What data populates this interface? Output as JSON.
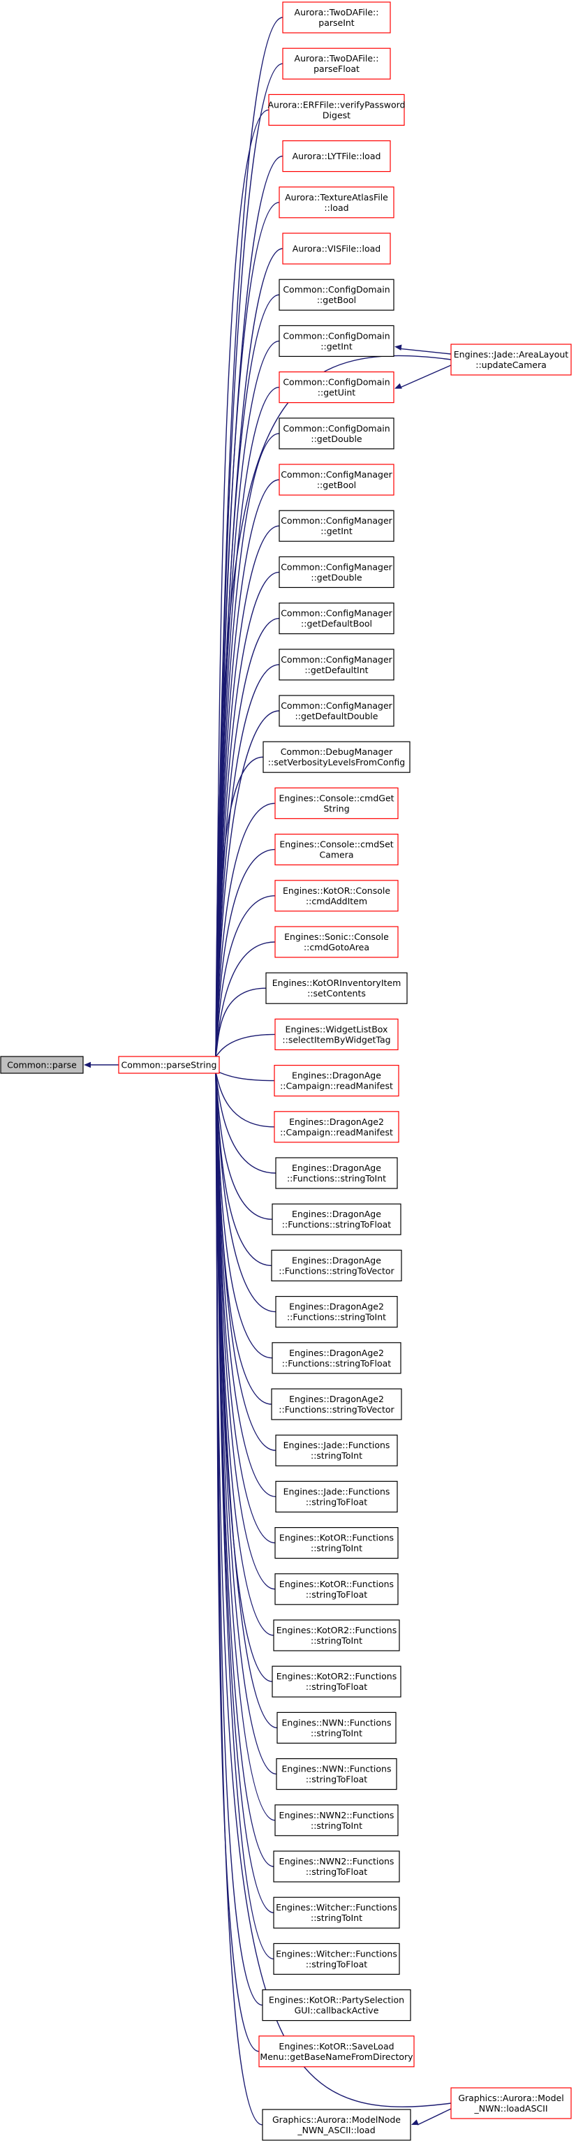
{
  "nodes": {
    "root": {
      "lines": [
        "Common::parse"
      ],
      "style": "gray"
    },
    "parse_string": {
      "lines": [
        "Common::parseString"
      ],
      "style": "red"
    },
    "n01": {
      "lines": [
        "Aurora::TwoDAFile::",
        "parseInt"
      ],
      "style": "red"
    },
    "n02": {
      "lines": [
        "Aurora::TwoDAFile::",
        "parseFloat"
      ],
      "style": "red"
    },
    "n03": {
      "lines": [
        "Aurora::ERFFile::verifyPassword",
        "Digest"
      ],
      "style": "red"
    },
    "n04": {
      "lines": [
        "Aurora::LYTFile::load"
      ],
      "style": "red"
    },
    "n05": {
      "lines": [
        "Aurora::TextureAtlasFile",
        "::load"
      ],
      "style": "red"
    },
    "n06": {
      "lines": [
        "Aurora::VISFile::load"
      ],
      "style": "red"
    },
    "n07": {
      "lines": [
        "Common::ConfigDomain",
        "::getBool"
      ],
      "style": "black"
    },
    "n08": {
      "lines": [
        "Common::ConfigDomain",
        "::getInt"
      ],
      "style": "black"
    },
    "n09": {
      "lines": [
        "Common::ConfigDomain",
        "::getUint"
      ],
      "style": "red"
    },
    "n10": {
      "lines": [
        "Common::ConfigDomain",
        "::getDouble"
      ],
      "style": "black"
    },
    "n11": {
      "lines": [
        "Common::ConfigManager",
        "::getBool"
      ],
      "style": "red"
    },
    "n12": {
      "lines": [
        "Common::ConfigManager",
        "::getInt"
      ],
      "style": "black"
    },
    "n13": {
      "lines": [
        "Common::ConfigManager",
        "::getDouble"
      ],
      "style": "black"
    },
    "n14": {
      "lines": [
        "Common::ConfigManager",
        "::getDefaultBool"
      ],
      "style": "black"
    },
    "n15": {
      "lines": [
        "Common::ConfigManager",
        "::getDefaultInt"
      ],
      "style": "black"
    },
    "n16": {
      "lines": [
        "Common::ConfigManager",
        "::getDefaultDouble"
      ],
      "style": "black"
    },
    "n17": {
      "lines": [
        "Common::DebugManager",
        "::setVerbosityLevelsFromConfig"
      ],
      "style": "black"
    },
    "n18": {
      "lines": [
        "Engines::Console::cmdGet",
        "String"
      ],
      "style": "red"
    },
    "n19": {
      "lines": [
        "Engines::Console::cmdSet",
        "Camera"
      ],
      "style": "red"
    },
    "n20": {
      "lines": [
        "Engines::KotOR::Console",
        "::cmdAddItem"
      ],
      "style": "red"
    },
    "n21": {
      "lines": [
        "Engines::Sonic::Console",
        "::cmdGotoArea"
      ],
      "style": "red"
    },
    "n22": {
      "lines": [
        "Engines::KotORInventoryItem",
        "::setContents"
      ],
      "style": "black"
    },
    "n23": {
      "lines": [
        "Engines::WidgetListBox",
        "::selectItemByWidgetTag"
      ],
      "style": "red"
    },
    "n24": {
      "lines": [
        "Engines::DragonAge",
        "::Campaign::readManifest"
      ],
      "style": "red"
    },
    "n25": {
      "lines": [
        "Engines::DragonAge2",
        "::Campaign::readManifest"
      ],
      "style": "red"
    },
    "n26": {
      "lines": [
        "Engines::DragonAge",
        "::Functions::stringToInt"
      ],
      "style": "black"
    },
    "n27": {
      "lines": [
        "Engines::DragonAge",
        "::Functions::stringToFloat"
      ],
      "style": "black"
    },
    "n28": {
      "lines": [
        "Engines::DragonAge",
        "::Functions::stringToVector"
      ],
      "style": "black"
    },
    "n29": {
      "lines": [
        "Engines::DragonAge2",
        "::Functions::stringToInt"
      ],
      "style": "black"
    },
    "n30": {
      "lines": [
        "Engines::DragonAge2",
        "::Functions::stringToFloat"
      ],
      "style": "black"
    },
    "n31": {
      "lines": [
        "Engines::DragonAge2",
        "::Functions::stringToVector"
      ],
      "style": "black"
    },
    "n32": {
      "lines": [
        "Engines::Jade::Functions",
        "::stringToInt"
      ],
      "style": "black"
    },
    "n33": {
      "lines": [
        "Engines::Jade::Functions",
        "::stringToFloat"
      ],
      "style": "black"
    },
    "n34": {
      "lines": [
        "Engines::KotOR::Functions",
        "::stringToInt"
      ],
      "style": "black"
    },
    "n35": {
      "lines": [
        "Engines::KotOR::Functions",
        "::stringToFloat"
      ],
      "style": "black"
    },
    "n36": {
      "lines": [
        "Engines::KotOR2::Functions",
        "::stringToInt"
      ],
      "style": "black"
    },
    "n37": {
      "lines": [
        "Engines::KotOR2::Functions",
        "::stringToFloat"
      ],
      "style": "black"
    },
    "n38": {
      "lines": [
        "Engines::NWN::Functions",
        "::stringToInt"
      ],
      "style": "black"
    },
    "n39": {
      "lines": [
        "Engines::NWN::Functions",
        "::stringToFloat"
      ],
      "style": "black"
    },
    "n40": {
      "lines": [
        "Engines::NWN2::Functions",
        "::stringToInt"
      ],
      "style": "black"
    },
    "n41": {
      "lines": [
        "Engines::NWN2::Functions",
        "::stringToFloat"
      ],
      "style": "black"
    },
    "n42": {
      "lines": [
        "Engines::Witcher::Functions",
        "::stringToInt"
      ],
      "style": "black"
    },
    "n43": {
      "lines": [
        "Engines::Witcher::Functions",
        "::stringToFloat"
      ],
      "style": "black"
    },
    "n44": {
      "lines": [
        "Engines::KotOR::PartySelection",
        "GUI::callbackActive"
      ],
      "style": "black"
    },
    "n45": {
      "lines": [
        "Engines::KotOR::SaveLoad",
        "Menu::getBaseNameFromDirectory"
      ],
      "style": "red"
    },
    "n46": {
      "lines": [
        "Graphics::Aurora::ModelNode",
        "_NWN_ASCII::load"
      ],
      "style": "black"
    },
    "area_layout": {
      "lines": [
        "Engines::Jade::AreaLayout",
        "::updateCamera"
      ],
      "style": "red"
    },
    "model_nwn": {
      "lines": [
        "Graphics::Aurora::Model",
        "_NWN::loadASCII"
      ],
      "style": "red"
    }
  },
  "colors": {
    "edge": "#191970",
    "red_border": "#ff0000",
    "black_border": "#000000",
    "root_fill": "#bfbfbf"
  }
}
